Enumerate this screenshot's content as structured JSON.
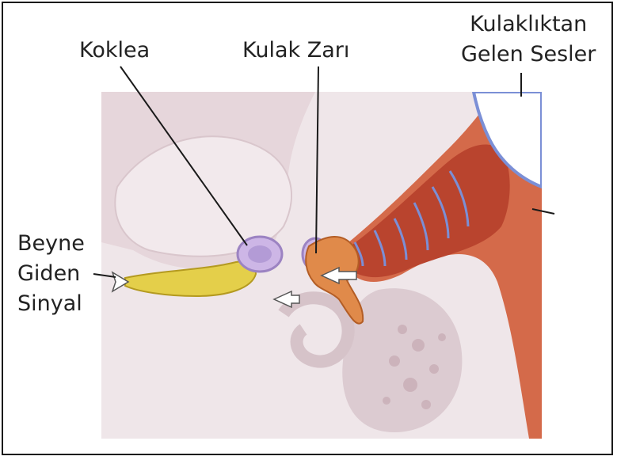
{
  "labels": {
    "cochlea": "Koklea",
    "eardrum": "Kulak Zarı",
    "headphone_line1": "Kulaklıktan",
    "headphone_line2": "Gelen Sesler",
    "brain_line1": "Beyne",
    "brain_line2": "Giden",
    "brain_line3": "Sinyal"
  },
  "colors": {
    "bone": "#efe5e8",
    "canal": "#c85a3a",
    "canal_ring": "#7b8fd6",
    "nerve": "#d8c23a",
    "cochlea": "#c9b3e3",
    "ossicles": "#e08a4a",
    "arrow": "#ffffff"
  }
}
